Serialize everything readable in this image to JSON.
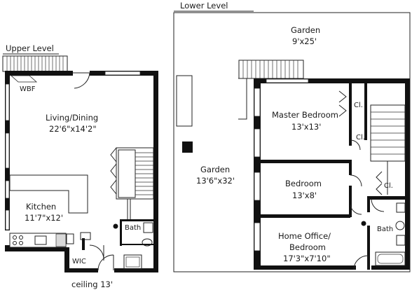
{
  "upper_level": {
    "title": "Upper Level",
    "wbf": "WBF",
    "living_dining": {
      "name": "Living/Dining",
      "size": "22'6\"x14'2\""
    },
    "kitchen": {
      "name": "Kitchen",
      "size": "11'7\"x12'"
    },
    "bath": "Bath",
    "wic": "WIC",
    "ceiling": "ceiling 13'"
  },
  "lower_level": {
    "title": "Lower Level",
    "garden_top": {
      "name": "Garden",
      "size": "9'x25'"
    },
    "garden_left": {
      "name": "Garden",
      "size": "13'6\"x32'"
    },
    "master_bedroom": {
      "name": "Master Bedroom",
      "size": "13'x13'"
    },
    "bedroom": {
      "name": "Bedroom",
      "size": "13'x8'"
    },
    "home_office": {
      "name_line1": "Home Office/",
      "name_line2": "Bedroom",
      "size": "17'3\"x7'10\""
    },
    "closet_1": "Cl.",
    "closet_2": "Cl.",
    "closet_3": "Cl.",
    "bath": "Bath"
  }
}
